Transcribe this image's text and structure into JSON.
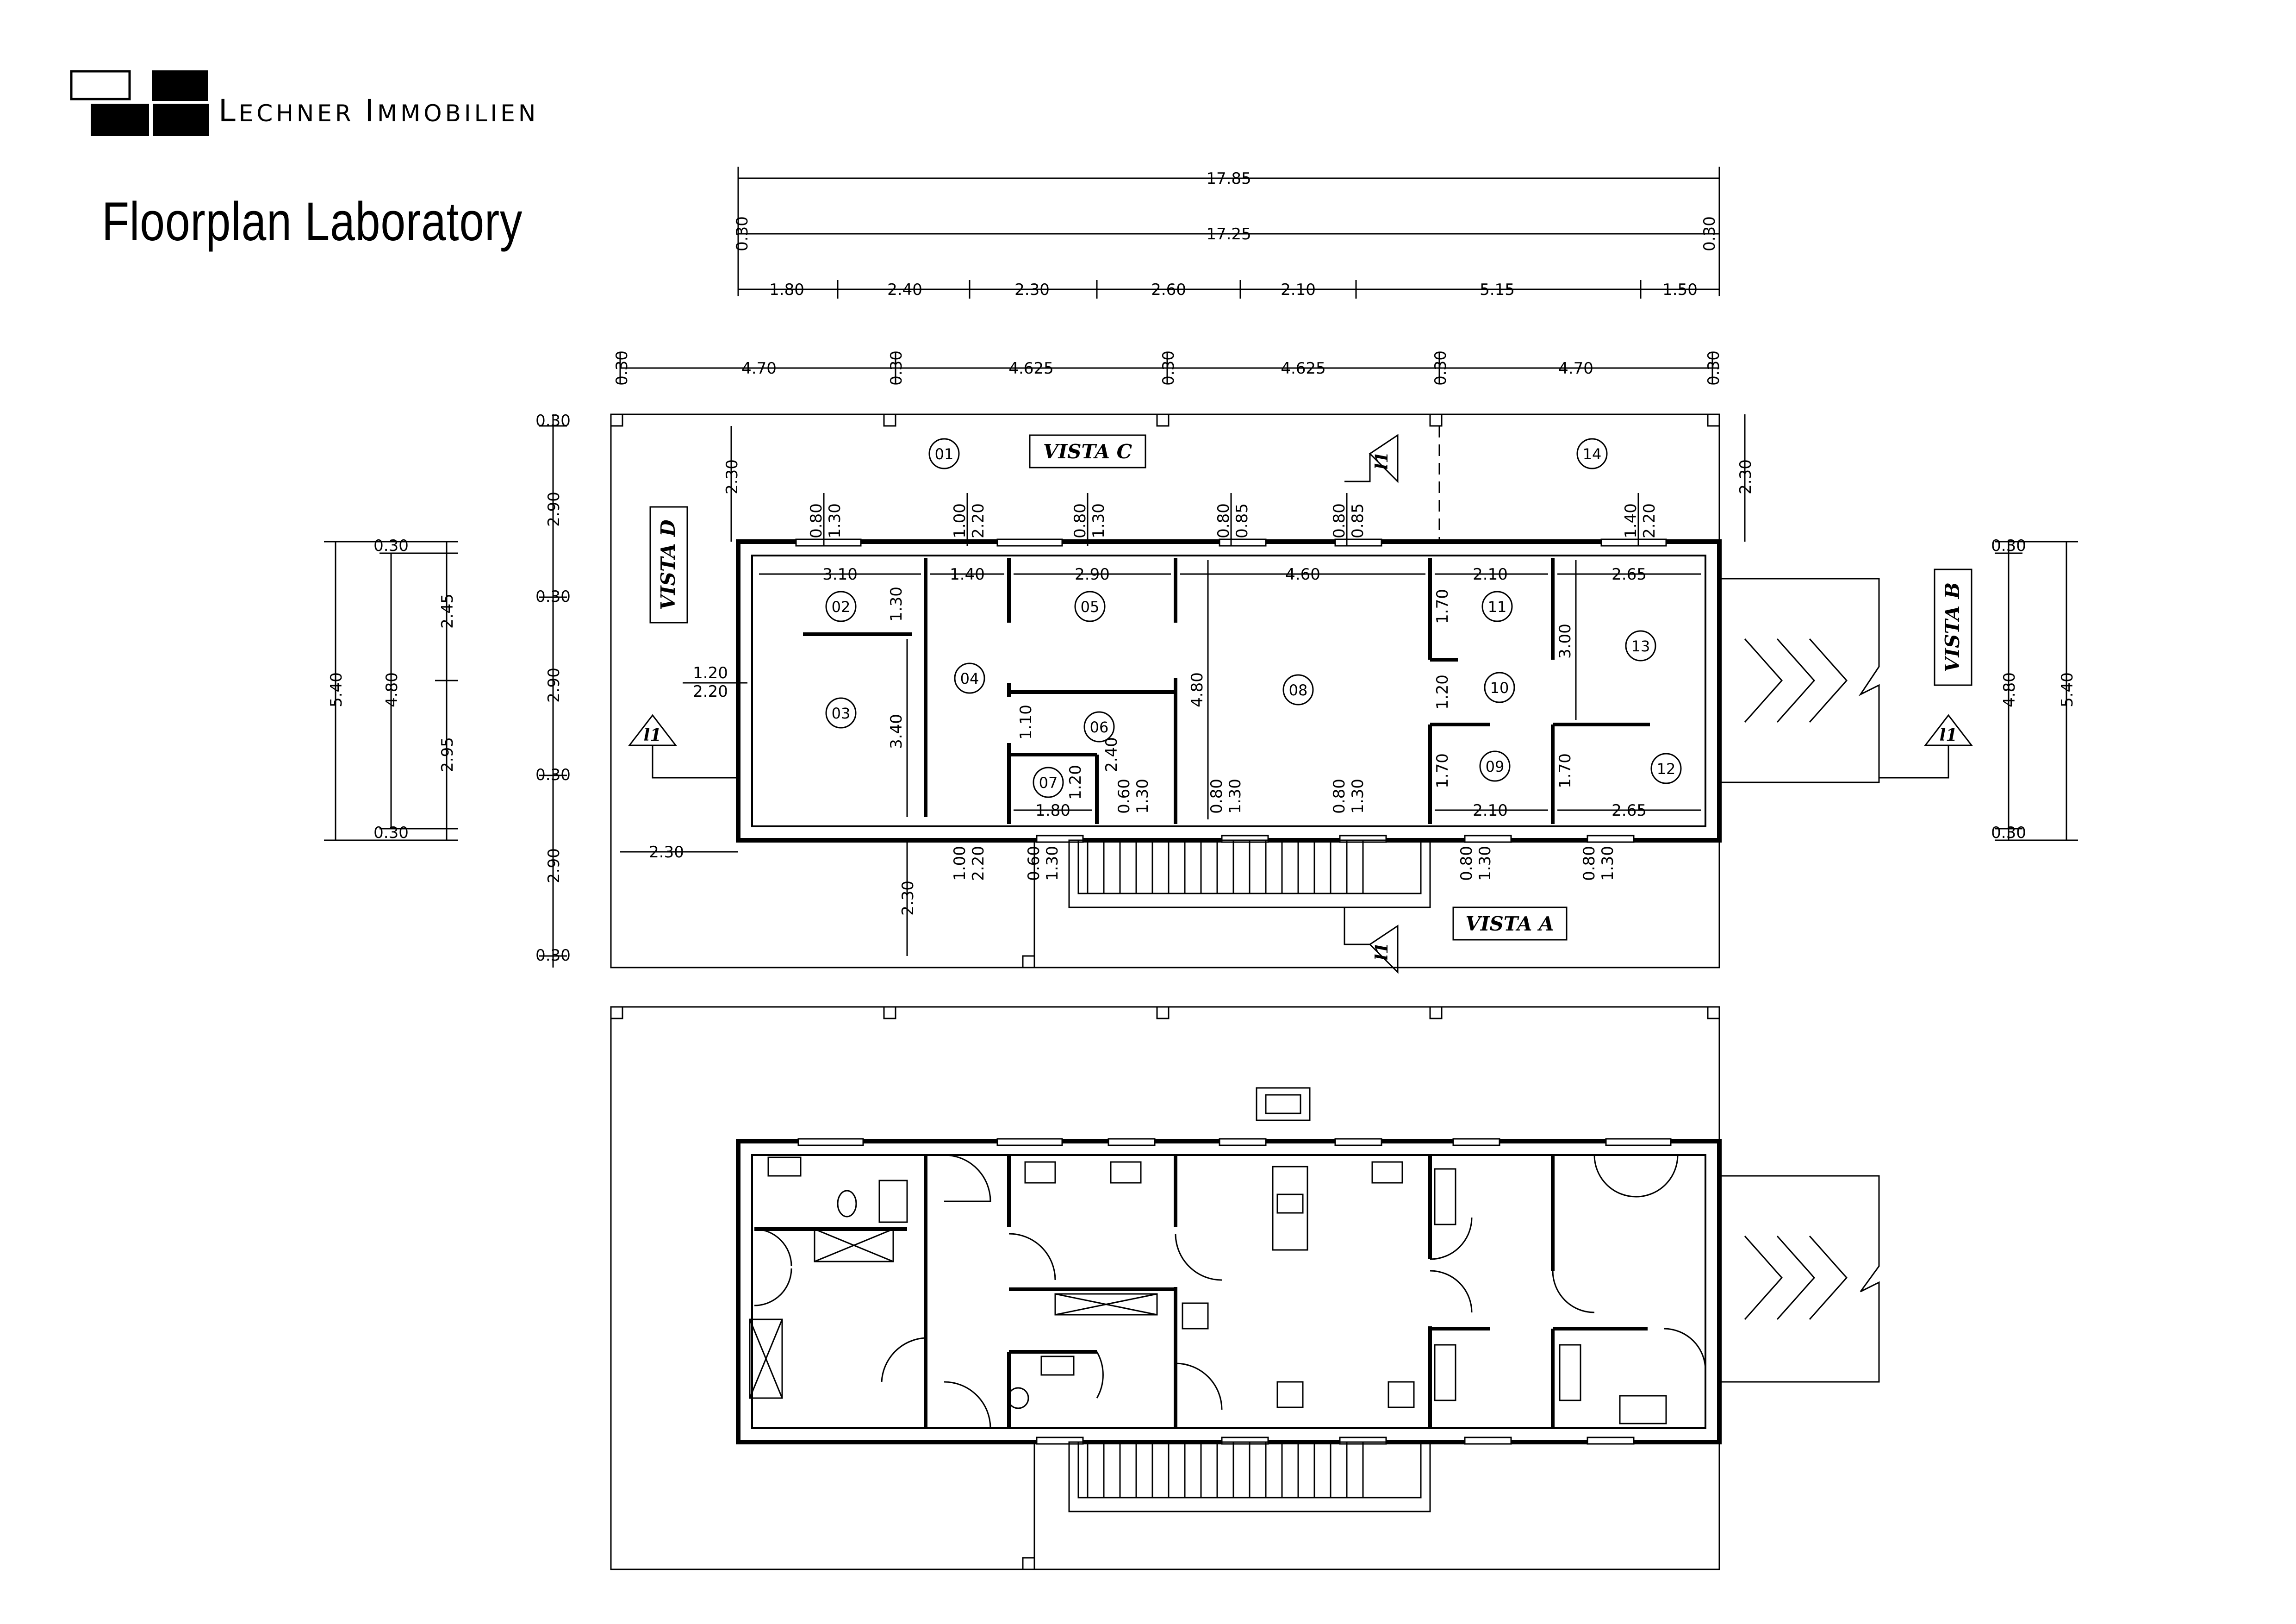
{
  "brand": {
    "name": "Lechner Immobilien"
  },
  "title": "Floorplan Laboratory",
  "top_dims": {
    "overall": "17.85",
    "inner": "17.25",
    "ends": [
      "0.30",
      "0.30"
    ],
    "segments": [
      "1.80",
      "2.40",
      "2.30",
      "2.60",
      "2.10",
      "5.15",
      "1.50"
    ]
  },
  "column_dims": {
    "ticks": [
      "0.30",
      "0.30",
      "0.30",
      "0.30",
      "0.30"
    ],
    "spans": [
      "4.70",
      "4.625",
      "4.625",
      "4.70"
    ]
  },
  "left_dims": {
    "ticks": [
      "0.30",
      "0.30",
      "0.30",
      "0.30"
    ],
    "spans": [
      "2.90",
      "2.90",
      "2.90"
    ]
  },
  "left_section": {
    "total": "5.40",
    "inner": "4.80",
    "top": "0.30",
    "bottom": "0.30",
    "upper": "2.45",
    "lower": "2.95"
  },
  "right_section": {
    "total": "5.40",
    "inner": "4.80",
    "top": "0.30",
    "bottom": "0.30"
  },
  "vistas": {
    "a": "VISTA A",
    "b": "VISTA B",
    "c": "VISTA C",
    "d": "VISTA D"
  },
  "section_mark": "l1",
  "rooms": [
    "01",
    "02",
    "03",
    "04",
    "05",
    "06",
    "07",
    "08",
    "09",
    "10",
    "11",
    "12",
    "13",
    "14"
  ],
  "room_dims": {
    "r02_w": "3.10",
    "r04_w": "1.40",
    "r05_w": "2.90",
    "r08_w": "4.60",
    "r11_w": "2.10",
    "r13_w": "2.65",
    "r09_w": "2.10",
    "r12_w": "2.65",
    "r07_w": "1.80",
    "r02_h": "1.30",
    "r03_h": "3.40",
    "r06_h1": "1.10",
    "r06_h2": "2.40",
    "r07_h": "1.20",
    "r08_h": "4.80",
    "r11_h": "1.70",
    "r10_h": "1.20",
    "r09_h": "1.70",
    "r13_h": "3.00",
    "r12_h": "1.70",
    "porch_top": "2.30",
    "porch_right": "2.30",
    "porch_bottom": "2.30",
    "porch_left_w": "2.30",
    "door_west_a": "1.20",
    "door_west_b": "2.20"
  },
  "openings": {
    "top": [
      [
        "0.80",
        "1.30"
      ],
      [
        "1.00",
        "2.20"
      ],
      [
        "0.80",
        "1.30"
      ],
      [
        "0.80",
        "0.85"
      ],
      [
        "0.80",
        "0.85"
      ],
      [
        "1.40",
        "2.20"
      ]
    ],
    "inner_bottom": [
      [
        "0.60",
        "1.30"
      ],
      [
        "0.80",
        "1.30"
      ],
      [
        "0.80",
        "1.30"
      ]
    ],
    "bottom": [
      [
        "1.00",
        "2.20"
      ],
      [
        "0.60",
        "1.30"
      ],
      [
        "0.80",
        "1.30"
      ],
      [
        "0.80",
        "1.30"
      ]
    ]
  }
}
